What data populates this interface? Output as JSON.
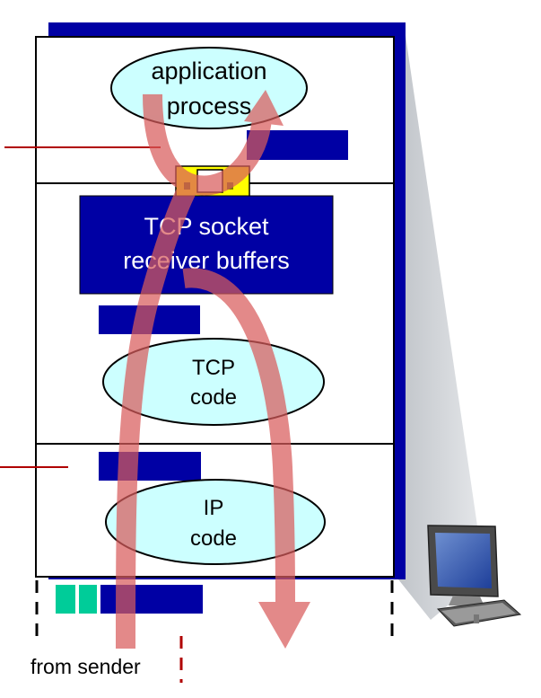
{
  "diagram": {
    "application": {
      "line1": "application",
      "line2": "process"
    },
    "tcp_buffers": {
      "line1": "TCP socket",
      "line2": "receiver buffers"
    },
    "tcp_code": {
      "line1": "TCP",
      "line2": "code"
    },
    "ip_code": {
      "line1": "IP",
      "line2": "code"
    },
    "from_sender": "from sender"
  },
  "icons": {
    "socket": "socket-connector-icon",
    "computer": "desktop-computer-icon",
    "flow": "data-flow-arrow-icon"
  },
  "colors": {
    "layer_blue": "#0000a4",
    "ellipse_fill": "#ccffff",
    "arrow": "#d95c5c",
    "red_line": "#b00000",
    "socket_yellow": "#ffff00",
    "packet_teal": "#00cc99",
    "side_gray": "#d4d6d9"
  }
}
